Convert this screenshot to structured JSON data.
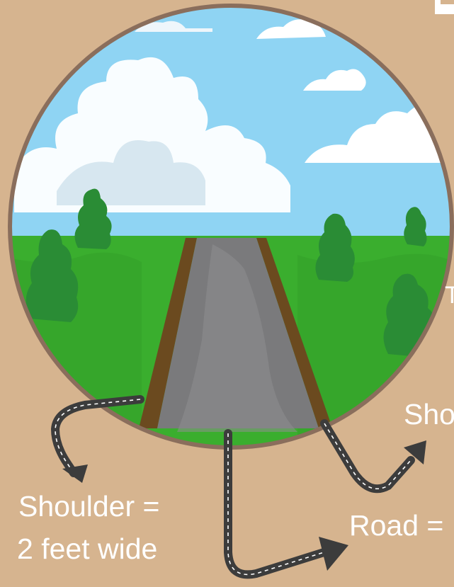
{
  "labels": {
    "left_shoulder_line1": "Shoulder =",
    "left_shoulder_line2": "2 feet wide",
    "road": "Road =",
    "right_shoulder_partial": "Sho",
    "right_edge_partial": "T"
  },
  "colors": {
    "background": "#d6b48f",
    "circle_border": "#8a6e5c",
    "sky": "#8fd4f3",
    "grass": "#3aae2e",
    "tree": "#2a8c35",
    "road": "#7a7a7c",
    "shoulder": "#6b4a1f",
    "arrow": "#3c3c3c",
    "label_text": "#ffffff"
  },
  "icons": [
    "curved-arrow-icon",
    "tree-icon",
    "cloud-icon"
  ]
}
